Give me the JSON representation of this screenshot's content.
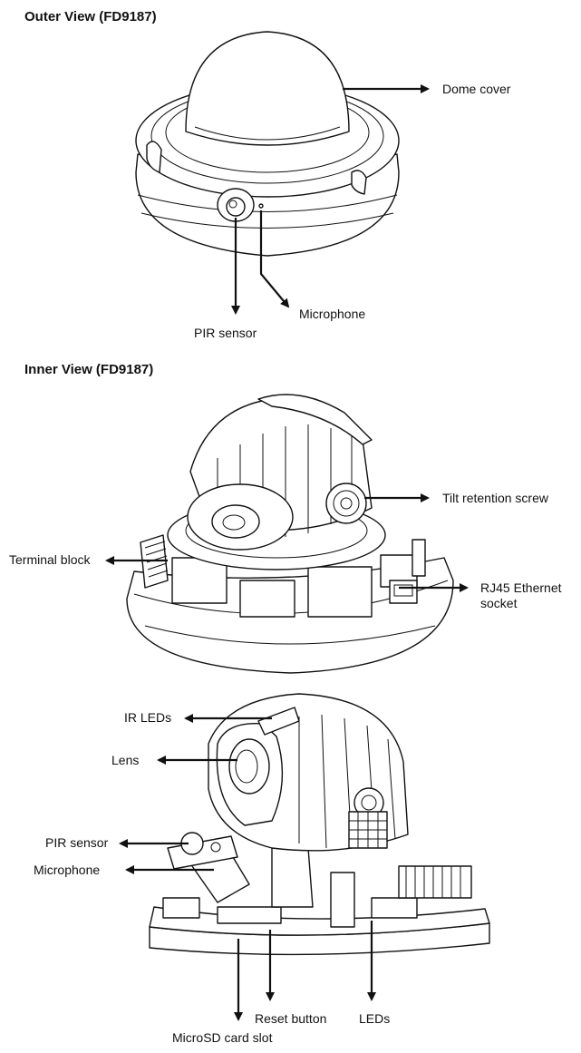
{
  "sections": {
    "outer_title": "Outer View (FD9187)",
    "inner_title": "Inner View (FD9187)"
  },
  "outer_labels": {
    "dome_cover": "Dome cover",
    "pir_sensor": "PIR sensor",
    "microphone": "Microphone"
  },
  "inner_labels": {
    "tilt_retention_screw": "Tilt retention screw",
    "terminal_block": "Terminal block",
    "rj45_line1": "RJ45 Ethernet",
    "rj45_line2": "socket"
  },
  "module_labels": {
    "ir_leds": "IR LEDs",
    "lens": "Lens",
    "pir_sensor": "PIR sensor",
    "microphone": "Microphone",
    "reset_button": "Reset button",
    "leds": "LEDs",
    "microsd_card_slot": "MicroSD card slot"
  }
}
